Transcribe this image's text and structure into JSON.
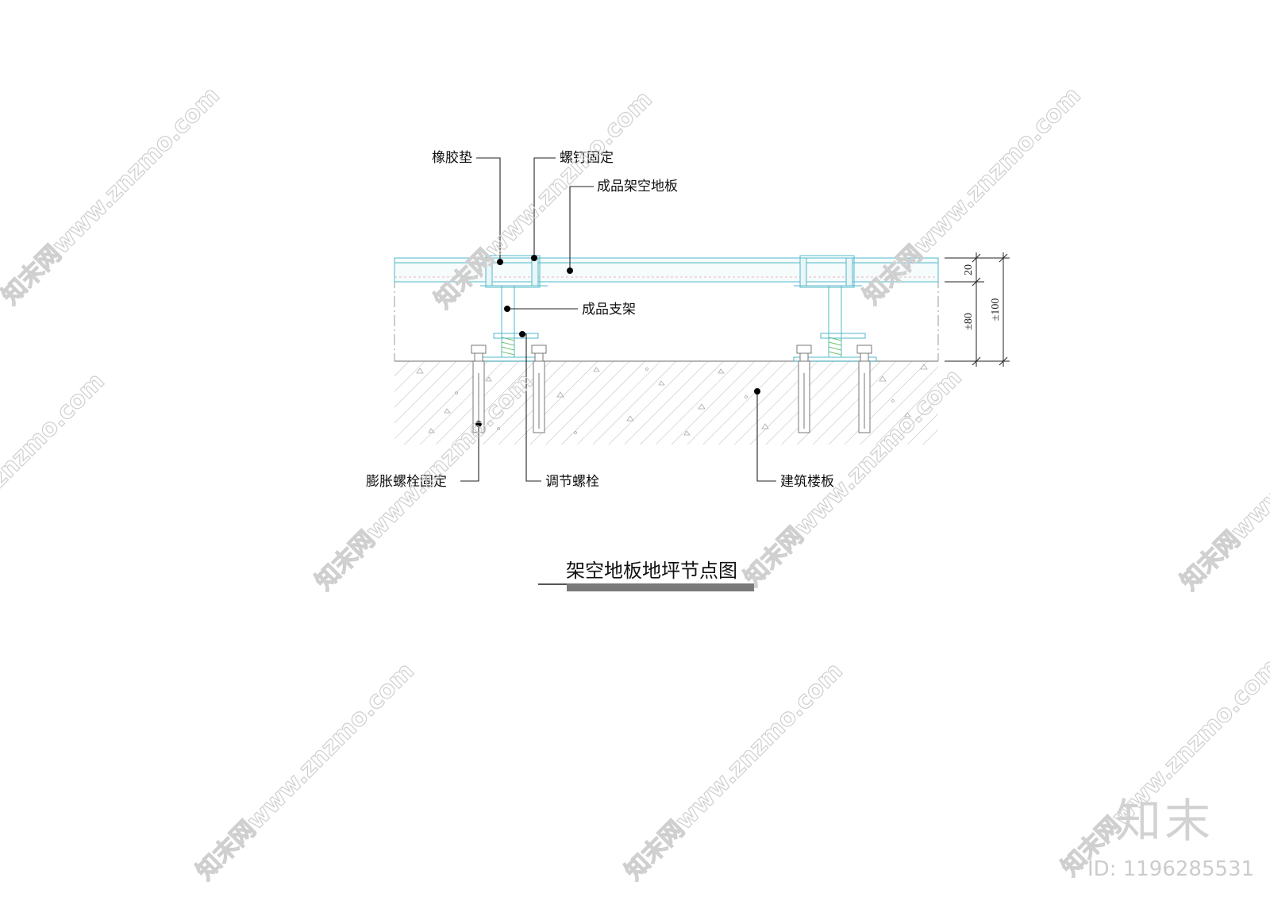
{
  "title": "架空地板地坪节点图",
  "labels": {
    "rubber_pad": "橡胶垫",
    "screw_fix": "螺钉固定",
    "raised_floor": "成品架空地板",
    "support": "成品支架",
    "expansion_bolt": "膨胀螺栓固定",
    "adjust_bolt": "调节螺栓",
    "building_slab": "建筑楼板"
  },
  "dimensions": {
    "panel": "20",
    "adjust": "±80",
    "total": "±100"
  },
  "watermark": {
    "text": "知末网www.znzmo.com",
    "brand": "知末",
    "id": "ID: 1196285531"
  }
}
